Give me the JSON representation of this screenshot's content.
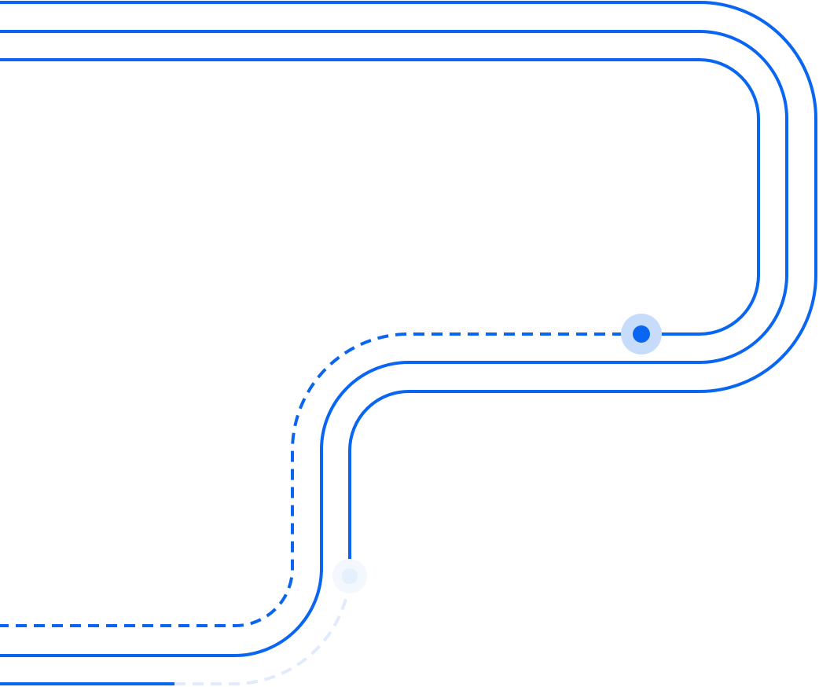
{
  "colors": {
    "background": "#ffffff",
    "line": "#0a66f0",
    "node_halo": "#c7dcfb",
    "faded_node": "#e6effd",
    "faded_line": "#e1ebfb"
  },
  "diagram": {
    "kind": "decorative-route-lines",
    "paths": [
      {
        "name": "outer-route-line",
        "style": "solid"
      },
      {
        "name": "second-route-line",
        "style": "solid"
      },
      {
        "name": "inner-route-line",
        "style": "solid"
      },
      {
        "name": "bottom-route-line",
        "style": "solid"
      },
      {
        "name": "dashed-route-line",
        "style": "dashed"
      },
      {
        "name": "faded-dashed-route-line",
        "style": "dashed-faded"
      }
    ],
    "nodes": [
      {
        "name": "active-route-node",
        "state": "active"
      },
      {
        "name": "faded-route-node",
        "state": "faded"
      }
    ]
  }
}
